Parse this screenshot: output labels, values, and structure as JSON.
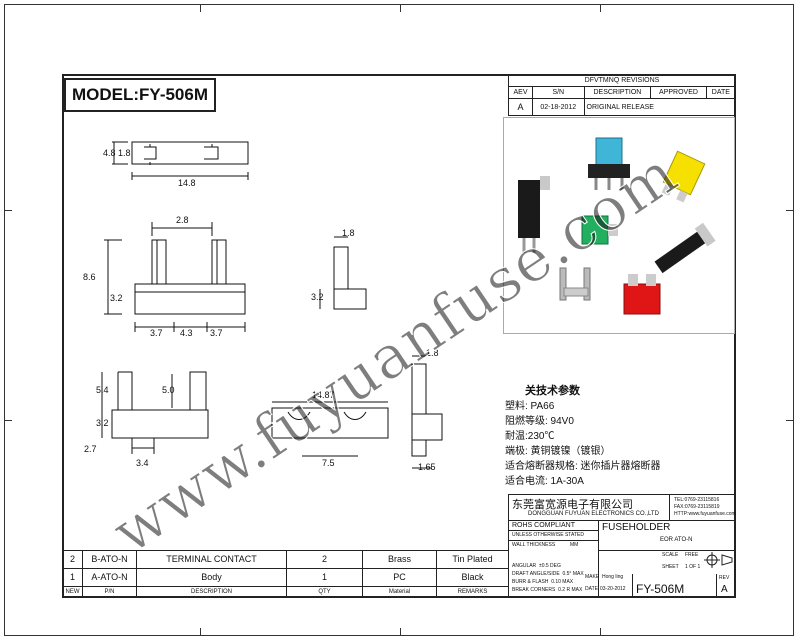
{
  "model": "MODEL:FY-506M",
  "revisions": {
    "title": "DFVTMNQ REVISIONS",
    "headers": [
      "AEV",
      "S/N",
      "DESCRIPTION",
      "APPROVED",
      "DATE"
    ],
    "row": {
      "rev": "A",
      "date": "02-18-2012",
      "description": "ORIGINAL RELEASE"
    }
  },
  "dimensions": {
    "top_h1": "4.8",
    "top_h2": "1.8",
    "top_w": "14.8",
    "front_gap": "2.8",
    "front_h": "8.6",
    "front_h2": "3.2",
    "front_w1": "3.7",
    "front_w2": "4.3",
    "front_w3": "3.7",
    "side_w": "1.8",
    "side_h": "3.2",
    "bottom_h1": "5.4",
    "bottom_h2": "5.0",
    "bottom_h3": "3.2",
    "bottom_h4": "2.7",
    "bottom_w": "3.4",
    "mid_w": "14.87",
    "mid_w2": "7.5",
    "right_w": "1.8",
    "right_w2": "1.65"
  },
  "specs": {
    "title": "关技术参数",
    "lines": [
      "塑料: PA66",
      "阻燃等级: 94V0",
      "耐温:230℃",
      "端极: 黄铜镀镍（镀银）",
      "适合熔断器规格: 迷你插片器熔断器",
      "适合电流: 1A-30A"
    ]
  },
  "titleblock": {
    "company_cn": "东莞富宽源电子有限公司",
    "company_en": "DONGGUAN FUYUAN ELECTRONICS CO.,LTD",
    "tel": "TEL:0769-23115816",
    "fax": "FAX:0769-23115819",
    "web": "HTTP:www.fuyuanfuse.com",
    "rohs": "ROHS COMPLIANT",
    "product": "FUSEHOLDER",
    "subtitle": "EOR ATO-N",
    "tol_note": "UNLESS OTHERWISE STATED",
    "wall": "WALL THICKNESS",
    "wall_unit": "MM",
    "scale": "SCALE",
    "scale_val": "FREE",
    "sheet": "SHEET",
    "sheet_val": "1 OF 1",
    "rows": [
      {
        "k": "ANGULAR",
        "v": "±0.5 DEG"
      },
      {
        "k": "DRAFT ANGLE/SIDE",
        "v": "0.5° MAX"
      },
      {
        "k": "BURR & FLASH",
        "v": "0.10 MAX"
      },
      {
        "k": "BREAK CORNERS",
        "v": "0.2 R MAX"
      }
    ],
    "make": "MAKE",
    "maker": "Hong ling",
    "date_lbl": "DATE",
    "date_val": "03-20-2012",
    "part_no": "FY-506M",
    "rev_lbl": "REV",
    "rev_val": "A"
  },
  "parts": {
    "rows": [
      {
        "no": "2",
        "pn": "B-ATO-N",
        "desc": "TERMINAL CONTACT",
        "qty": "2",
        "material": "Brass",
        "remarks": "Tin Plated"
      },
      {
        "no": "1",
        "pn": "A-ATO-N",
        "desc": "Body",
        "qty": "1",
        "material": "PC",
        "remarks": "Black"
      }
    ],
    "headers": {
      "no": "NEW",
      "pn": "P/N",
      "desc": "DESCRIPTION",
      "qty": "QTY",
      "material": "Material",
      "remarks": "REMARKS"
    }
  },
  "watermark": "www.fuyuanfuse.com"
}
